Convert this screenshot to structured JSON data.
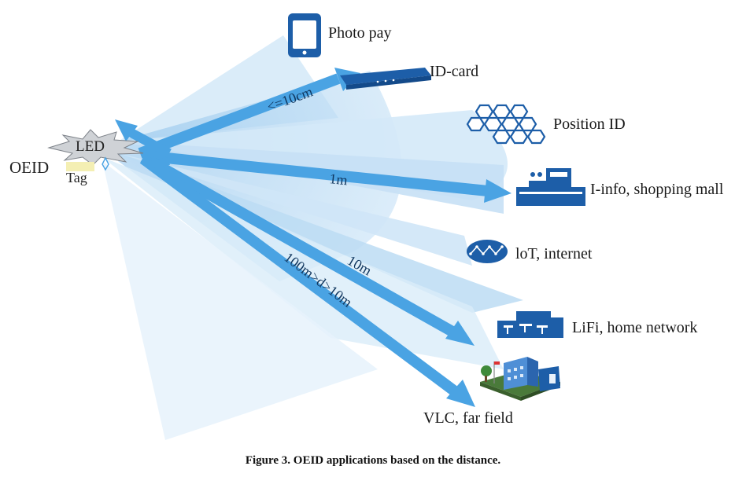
{
  "source": {
    "oeid_label": "OEID",
    "led_label": "LED",
    "tag_label": "Tag"
  },
  "applications": [
    {
      "id": "photo-pay",
      "label": "Photo pay",
      "icon": "smartphone-icon"
    },
    {
      "id": "id-card",
      "label": "ID-card",
      "icon": "card-reader-icon"
    },
    {
      "id": "position-id",
      "label": "Position ID",
      "icon": "hexagon-grid-icon"
    },
    {
      "id": "i-info",
      "label": "I-info, shopping mall",
      "icon": "ship-icon"
    },
    {
      "id": "iot",
      "label": "loT, internet",
      "icon": "network-icon"
    },
    {
      "id": "lifi",
      "label": "LiFi, home network",
      "icon": "home-network-icon"
    },
    {
      "id": "vlc",
      "label": "VLC, far field",
      "icon": "building-icon"
    }
  ],
  "distances": {
    "short": "<=10cm",
    "medium": "1m",
    "long": "10m",
    "far": "100m>d>10m"
  },
  "caption": "Figure 3. OEID applications based on the distance.",
  "colors": {
    "beam_light": "#cfe6f7",
    "beam_mid": "#a9d2f0",
    "arrow": "#4aa3e3",
    "icon": "#1d5ea8"
  }
}
